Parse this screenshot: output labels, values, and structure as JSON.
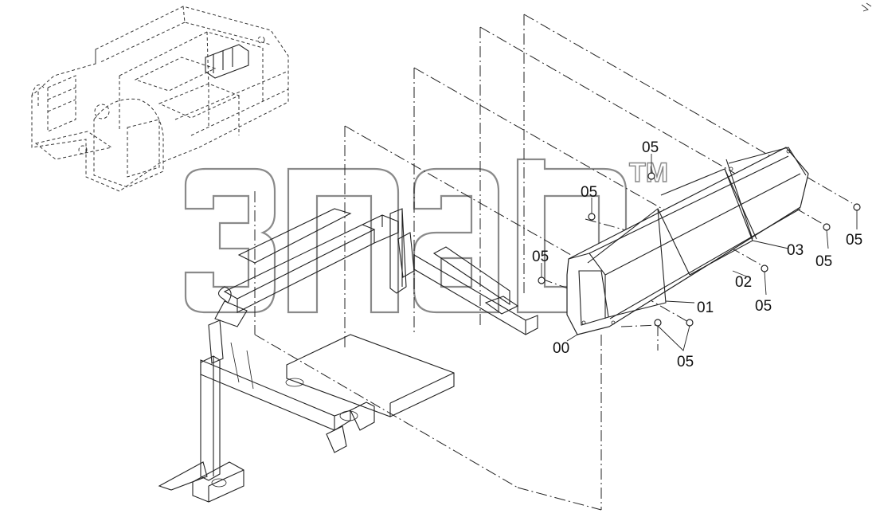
{
  "diagram": {
    "watermark": "3nab",
    "trademark": "TM",
    "callouts": [
      {
        "id": "callout-00",
        "text": "00"
      },
      {
        "id": "callout-01",
        "text": "01"
      },
      {
        "id": "callout-02",
        "text": "02"
      },
      {
        "id": "callout-03",
        "text": "03"
      },
      {
        "id": "callout-05-a",
        "text": "05"
      },
      {
        "id": "callout-05-b",
        "text": "05"
      },
      {
        "id": "callout-05-c",
        "text": "05"
      },
      {
        "id": "callout-05-d",
        "text": "05"
      },
      {
        "id": "callout-05-e",
        "text": "05"
      },
      {
        "id": "callout-05-f",
        "text": "05"
      },
      {
        "id": "callout-05-g",
        "text": "05"
      }
    ]
  }
}
